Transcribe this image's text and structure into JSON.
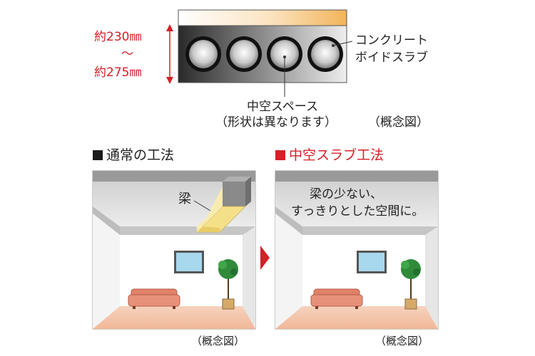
{
  "top_section": {
    "thickness_min": "約230㎜",
    "thickness_sep": "～",
    "thickness_max": "約275㎜",
    "slab_label_line1": "コンクリート",
    "slab_label_line2": "ボイドスラブ",
    "void_label_line1": "中空スペース",
    "void_label_line2": "（形状は異なります）",
    "concept_label": "（概念図）"
  },
  "conventional": {
    "title": "通常の工法",
    "beam_label": "梁",
    "concept_label": "（概念図）"
  },
  "hollow_slab": {
    "title": "中空スラブ工法",
    "message_line1": "梁の少ない、",
    "message_line2": "すっきりとした空間に。",
    "concept_label": "（概念図）"
  },
  "colors": {
    "accent_red": "#d42027",
    "sofa": "#e0826a",
    "floor": "#f3c3a8",
    "beam": "#f5e08a",
    "window": "#a8d8ee"
  }
}
